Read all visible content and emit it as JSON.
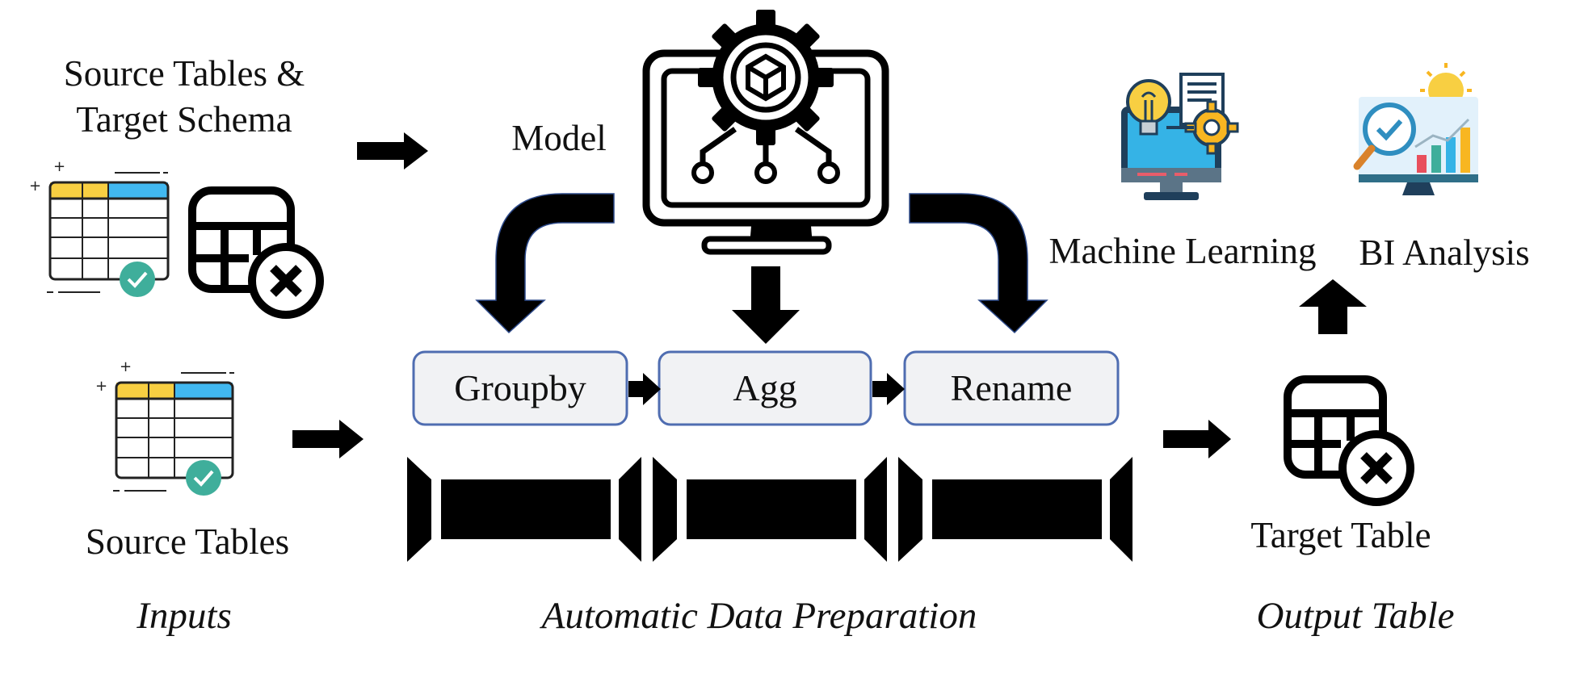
{
  "inputs": {
    "source_tables_and_schema_line1": "Source Tables &",
    "source_tables_and_schema_line2": "Target Schema",
    "source_tables": "Source Tables",
    "caption": "Inputs"
  },
  "model": {
    "label": "Model"
  },
  "pipeline": {
    "operators": [
      "Groupby",
      "Agg",
      "Rename"
    ],
    "caption": "Automatic Data Preparation"
  },
  "output": {
    "target_table": "Target Table",
    "caption": "Output Table"
  },
  "applications": {
    "machine_learning": "Machine Learning",
    "bi_analysis": "BI Analysis"
  },
  "colors": {
    "operator_fill": "#f1f2f4",
    "operator_border": "#4f6db1",
    "table_header_yellow": "#f8cf42",
    "table_header_blue": "#41b8f0",
    "check_badge": "#3fae9b",
    "arrow": "#000000"
  },
  "icons": [
    "source-table-icon",
    "target-schema-icon",
    "model-monitor-gear-icon",
    "machine-learning-icon",
    "bi-analysis-icon",
    "target-table-icon"
  ]
}
